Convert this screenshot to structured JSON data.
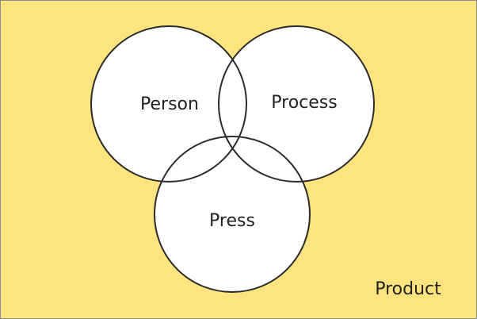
{
  "diagram": {
    "type": "venn",
    "outer_label": "Product",
    "circles": [
      {
        "label": "Person"
      },
      {
        "label": "Process"
      },
      {
        "label": "Press"
      }
    ]
  },
  "colors": {
    "background": "#fde47f",
    "circle_fill": "#ffffff",
    "circle_stroke": "#2b2b2b",
    "text": "#222222",
    "frame_border": "#8a8a8a"
  }
}
